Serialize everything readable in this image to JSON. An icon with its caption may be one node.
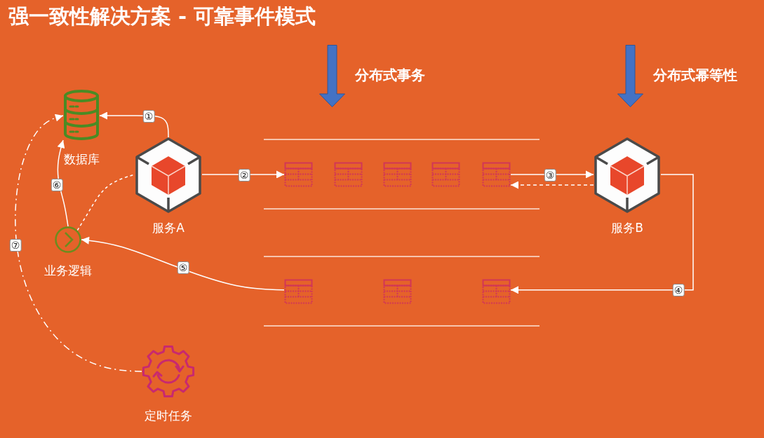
{
  "diagram": {
    "title": "强一致性解决方案 - 可靠事件模式",
    "nodes": [
      {
        "text": [
          "数据库"
        ]
      },
      {
        "text": [
          "服务A"
        ]
      },
      {
        "text": [
          "业务逻辑"
        ]
      },
      {
        "text": [],
        "shape": "picture"
      },
      {
        "text": [],
        "shape": "picture"
      },
      {
        "text": [],
        "shape": "picture"
      },
      {
        "text": [],
        "shape": "picture"
      },
      {
        "text": [],
        "shape": "picture"
      },
      {
        "text": [
          "服务B"
        ]
      },
      {
        "text": [],
        "shape": "picture"
      },
      {
        "text": [],
        "shape": "picture"
      },
      {
        "text": [],
        "shape": "picture"
      },
      {
        "text": [
          "定时任务"
        ]
      }
    ],
    "edges": [
      {
        "from": 1,
        "to": 0,
        "arrow": "to",
        "label": "①"
      },
      {
        "from": 1,
        "to": 3,
        "arrow": "to",
        "label": "②"
      },
      {
        "from": 7,
        "to": 8,
        "arrow": "to",
        "label": "③"
      },
      {
        "from": 8,
        "to": 7,
        "arrow": "to",
        "style": "dashed"
      },
      {
        "from": 8,
        "to": 11,
        "arrow": "to",
        "label": "④"
      },
      {
        "from": 9,
        "to": 2,
        "arrow": "to",
        "label": "⑤"
      },
      {
        "from": 2,
        "to": 0,
        "arrow": "to",
        "label": "⑥"
      },
      {
        "from": 2,
        "to": 1,
        "arrow": "none",
        "style": "dashed"
      },
      {
        "from": 12,
        "to": 0,
        "arrow": "to",
        "style": "dashed",
        "label": "⑦"
      }
    ],
    "labels": [
      "分布式事务",
      "分布式幂等性"
    ]
  }
}
